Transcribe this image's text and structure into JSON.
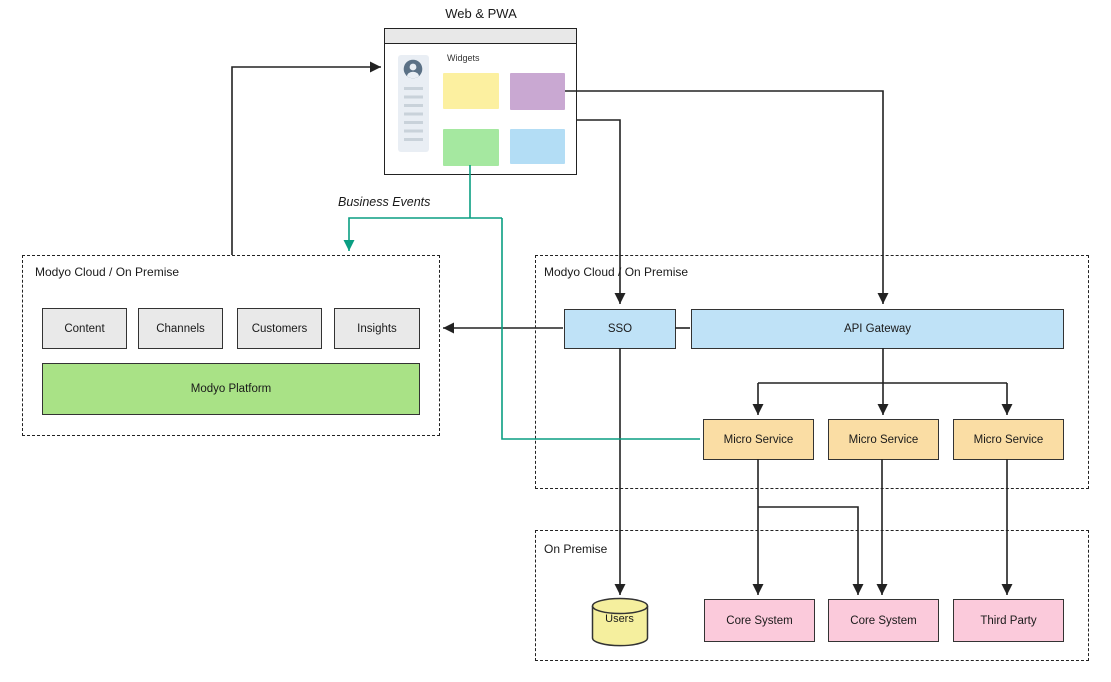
{
  "colors": {
    "line": "#222222",
    "teal": "#0a9e82",
    "titlebar_gray": "#e8e8e8",
    "sidebar_gray": "#e9eef4",
    "avatar_slate": "#5b7186",
    "widget_yellow": "#fcf0a0",
    "widget_purple": "#c9a8d2",
    "widget_green": "#a5e8a0",
    "widget_blue": "#b3ddf5",
    "module_gray": "#e9e9e9",
    "platform_green": "#a9e286",
    "service_blue": "#bfe2f7",
    "micro_orange": "#fadda4",
    "system_pink": "#fbcadb",
    "users_yellow": "#f5ef9e"
  },
  "browser": {
    "title": "Web & PWA",
    "widgets_label": "Widgets"
  },
  "annotations": {
    "business_events": "Business Events"
  },
  "left_cloud": {
    "label": "Modyo Cloud / On Premise",
    "modules": [
      "Content",
      "Channels",
      "Customers",
      "Insights"
    ],
    "platform": "Modyo Platform"
  },
  "right_cloud": {
    "label": "Modyo Cloud / On Premise",
    "sso": "SSO",
    "api_gateway": "API Gateway",
    "microservices": [
      "Micro Service",
      "Micro Service",
      "Micro Service"
    ]
  },
  "on_premise": {
    "label": "On Premise",
    "users": "Users",
    "systems": [
      "Core System",
      "Core System",
      "Third Party"
    ]
  }
}
